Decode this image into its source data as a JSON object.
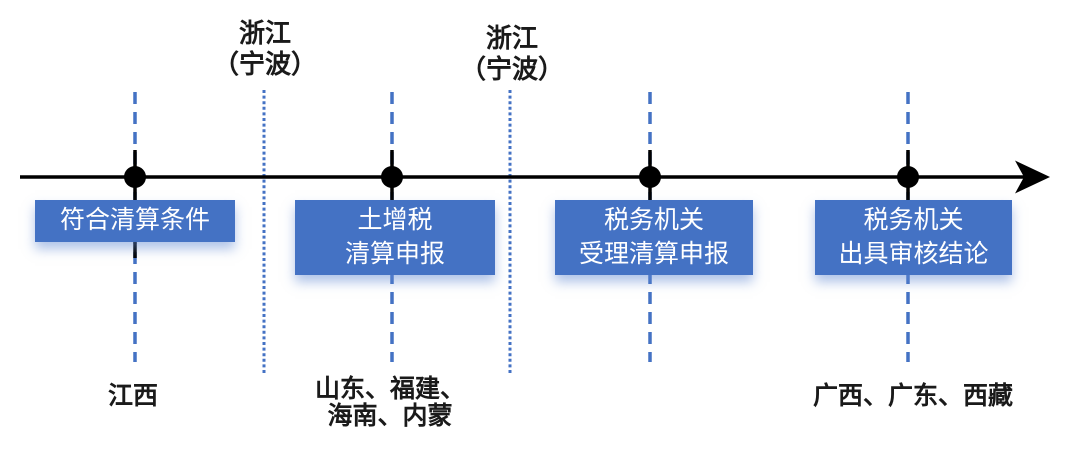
{
  "colors": {
    "box_fill": "#4472C4",
    "box_text": "#FFFFFF",
    "guide_line": "#4472C4",
    "divider_line": "#4472C4",
    "timeline": "#000000",
    "label_text": "#1A1A1A"
  },
  "dividers": [
    {
      "label": [
        "浙江",
        "（宁波）"
      ]
    },
    {
      "label": [
        "浙江",
        "（宁波）"
      ]
    }
  ],
  "stages": [
    {
      "box": [
        "符合清算条件"
      ],
      "regions": [
        "江西"
      ]
    },
    {
      "box": [
        "土增税",
        "清算申报"
      ],
      "regions": [
        "山东、福建、",
        "海南、内蒙"
      ]
    },
    {
      "box": [
        "税务机关",
        "受理清算申报"
      ],
      "regions": []
    },
    {
      "box": [
        "税务机关",
        "出具审核结论"
      ],
      "regions": [
        "广西、广东、西藏"
      ]
    }
  ]
}
